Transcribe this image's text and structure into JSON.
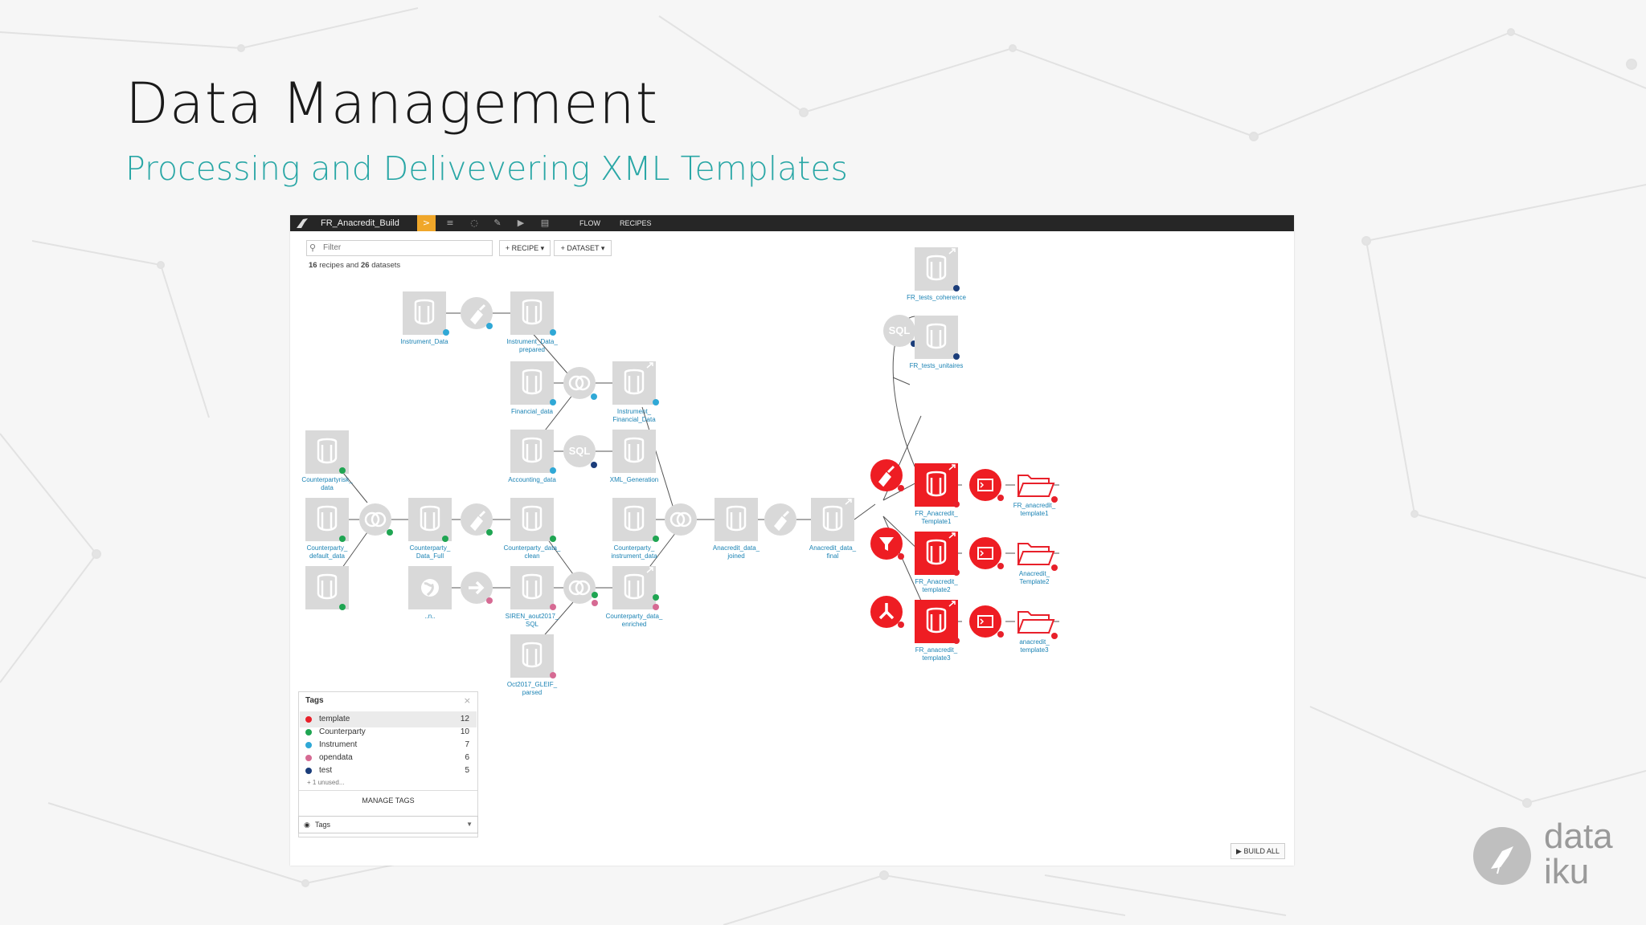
{
  "slide": {
    "title": "Data Management",
    "subtitle": "Processing and Delivevering XML Templates"
  },
  "brand": {
    "text": "data\niku"
  },
  "app": {
    "project_name": "FR_Anacredit_Build",
    "nav": {
      "flow": "FLOW",
      "recipes": "RECIPES"
    },
    "filter_placeholder": "Filter",
    "add_recipe": "+ RECIPE",
    "add_dataset": "+ DATASET",
    "summary": {
      "recipes": "16",
      "recipes_text": " recipes and ",
      "datasets": "26",
      "datasets_text": " datasets"
    },
    "build_all": "▶ BUILD ALL"
  },
  "colors": {
    "template": "#e8202a",
    "counterparty": "#1fa552",
    "instrument": "#2fa8d6",
    "opendata": "#d66a93",
    "test": "#1b3d7a"
  },
  "datasets": {
    "instrument_data": "Instrument_Data",
    "instrument_data_prepared": "Instrument_Data_\nprepared",
    "financial_data": "Financial_data",
    "instrument_financial_data": "Instrument_\nFinancial_Data",
    "accounting_data": "Accounting_data",
    "xml_generation": "XML_Generation",
    "counterparty_risk_data": "Counterpartyrisk_\ndata",
    "counterparty_default_data": "Counterparty_\ndefault_data",
    "counterparty_data_full": "Counterparty_\nData_Full",
    "counterparty_data_clean": "Counterparty_data_\nclean",
    "counterparty_instrument_data": "Counterparty_\ninstrument_data",
    "anacredit_data_joined": "Anacredit_data_\njoined",
    "anacredit_data_final": "Anacredit_data_\nfinal",
    "open_data_partial": "..n..",
    "siren_aout2017_sql": "SIREN_aout2017_\nSQL",
    "counterparty_data_enriched": "Counterparty_data_\nenriched",
    "oct2017_gleif_parsed": "Oct2017_GLEIF_\nparsed",
    "fr_tests_coherence": "FR_tests_coherence",
    "fr_tests_unitaires": "FR_tests_unitaires",
    "fr_anacredit_template1": "FR_Anacredit_\nTemplate1",
    "fr_anacredit_template2": "FR_Anacredit_\ntemplate2",
    "fr_anacredit_template3": "FR_anacredit_\ntemplate3",
    "fr_anacredit_template1_folder": "FR_anacredit_\ntemplate1",
    "anacredit_template2_folder": "Anacredit_\nTemplate2",
    "anacredit_template3_folder": "anacredit_\ntemplate3"
  },
  "recipe_labels": {
    "sql": "SQL"
  },
  "tags_panel": {
    "title": "Tags",
    "close": "×",
    "items": [
      {
        "name": "template",
        "count": "12",
        "color": "#e8202a"
      },
      {
        "name": "Counterparty",
        "count": "10",
        "color": "#1fa552"
      },
      {
        "name": "Instrument",
        "count": "7",
        "color": "#2fa8d6"
      },
      {
        "name": "opendata",
        "count": "6",
        "color": "#d66a93"
      },
      {
        "name": "test",
        "count": "5",
        "color": "#1b3d7a"
      }
    ],
    "unused": "+ 1 unused...",
    "manage": "MANAGE TAGS",
    "selector": "Tags"
  }
}
